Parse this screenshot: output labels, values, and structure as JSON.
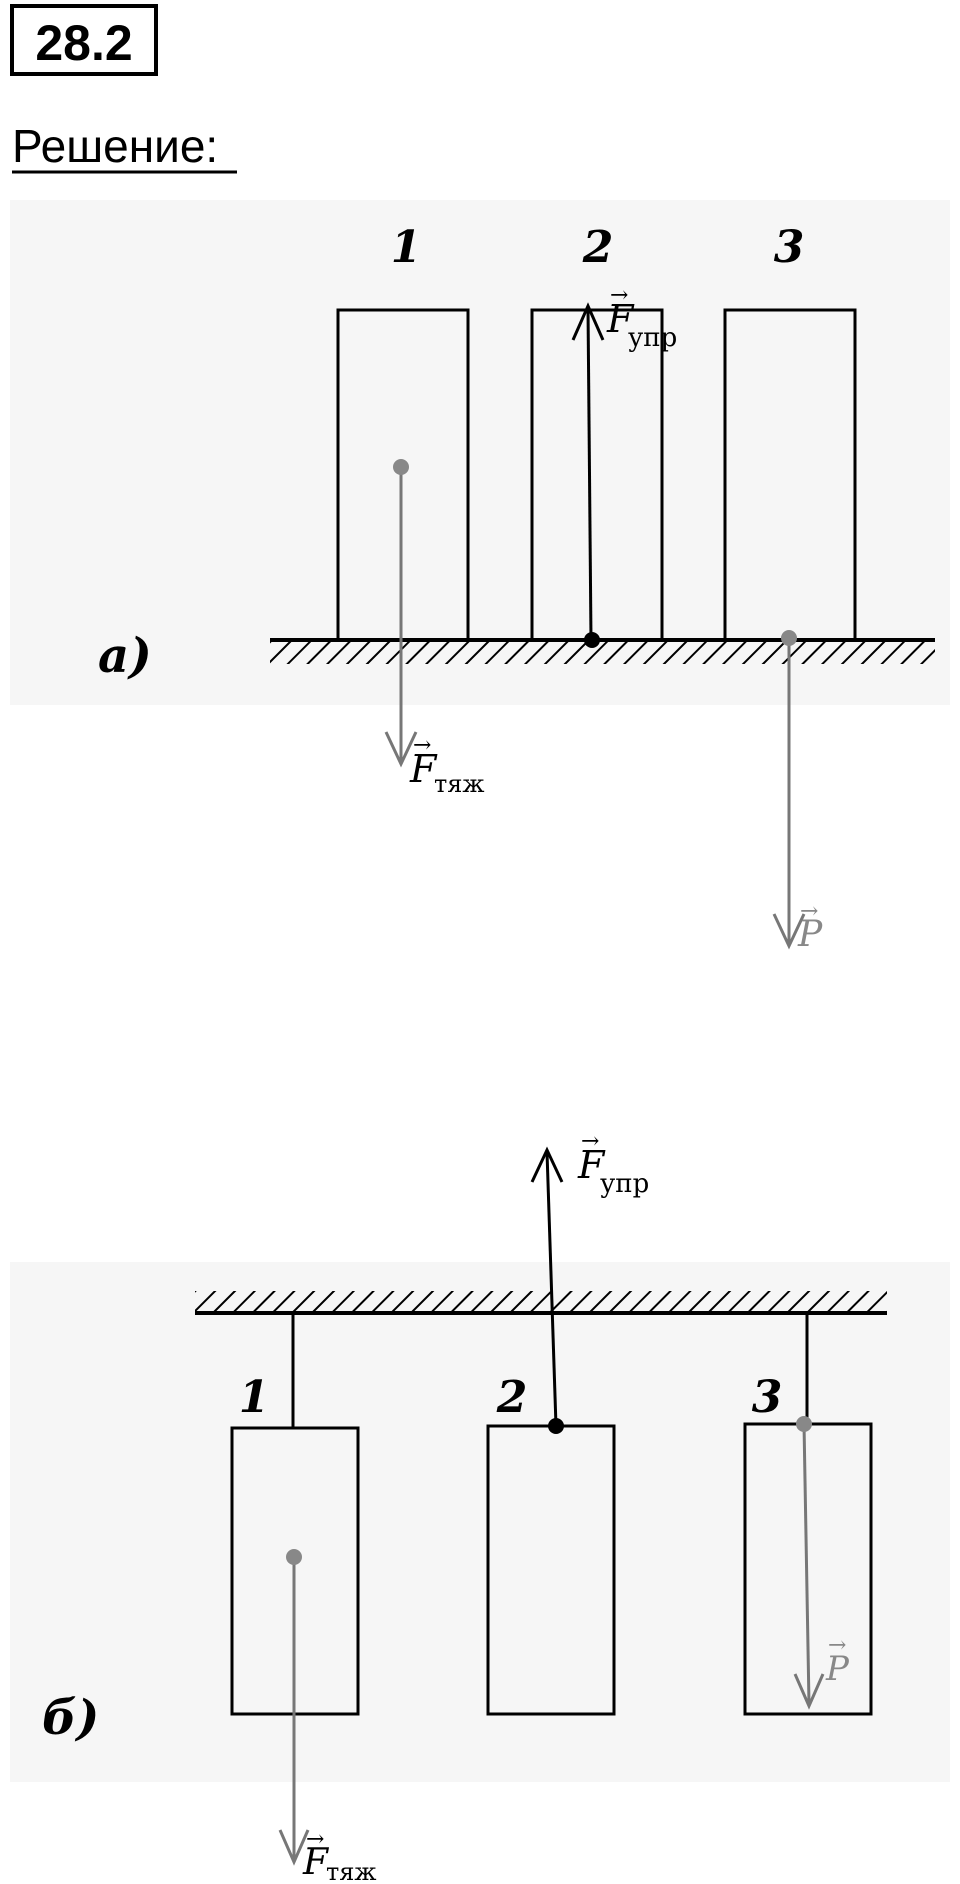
{
  "header": {
    "problem_number": "28.2",
    "solution_label": "Решение:"
  },
  "diagram_a": {
    "panel_label": "а)",
    "block_labels": [
      "1",
      "2",
      "3"
    ],
    "force_labels": {
      "gravity": {
        "symbol": "F",
        "subscript": "тяж"
      },
      "elastic": {
        "symbol": "F",
        "subscript": "упр"
      },
      "weight": {
        "symbol": "P",
        "subscript": ""
      }
    }
  },
  "diagram_b": {
    "panel_label": "б)",
    "block_labels": [
      "1",
      "2",
      "3"
    ],
    "force_labels": {
      "gravity": {
        "symbol": "F",
        "subscript": "тяж"
      },
      "elastic": {
        "symbol": "F",
        "subscript": "упр"
      },
      "weight": {
        "symbol": "P",
        "subscript": ""
      }
    }
  },
  "colors": {
    "ink": "#000000",
    "grey_arrow": "#777777",
    "panel_bg": "#f6f6f6"
  }
}
